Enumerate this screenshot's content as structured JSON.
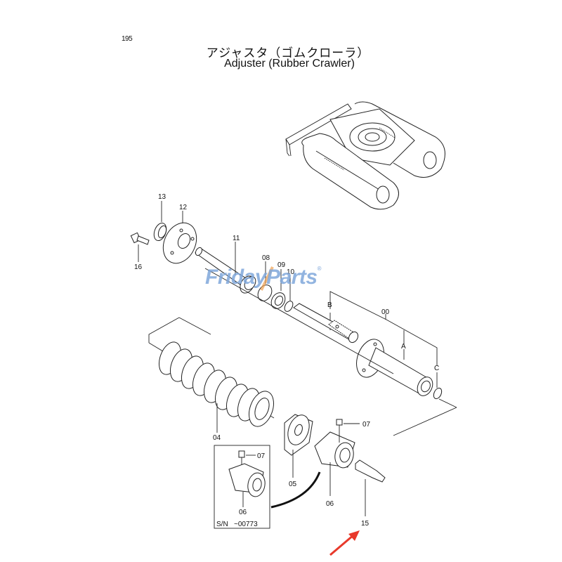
{
  "page": {
    "page_number": "195",
    "title_japanese": "アジャスタ（ゴムクローラ）",
    "title_english": "Adjuster (Rubber Crawler)"
  },
  "watermark": {
    "text": "FridayParts",
    "registered_mark": "®",
    "color": "#7fa7db",
    "accent_color": "#f0a050"
  },
  "callouts": {
    "p13": "13",
    "p12": "12",
    "p16": "16",
    "p11": "11",
    "p08": "08",
    "p09": "09",
    "p10": "10",
    "pB": "B",
    "p00": "00",
    "pA": "A",
    "pC": "C",
    "p04": "04",
    "p07": "07",
    "p05": "05",
    "p06": "06",
    "p15": "15",
    "inset_07": "07",
    "inset_06": "06"
  },
  "inset": {
    "serial_note": "S/N   ~00773"
  },
  "arrow": {
    "color": "#e8392b",
    "points_to": "15"
  }
}
